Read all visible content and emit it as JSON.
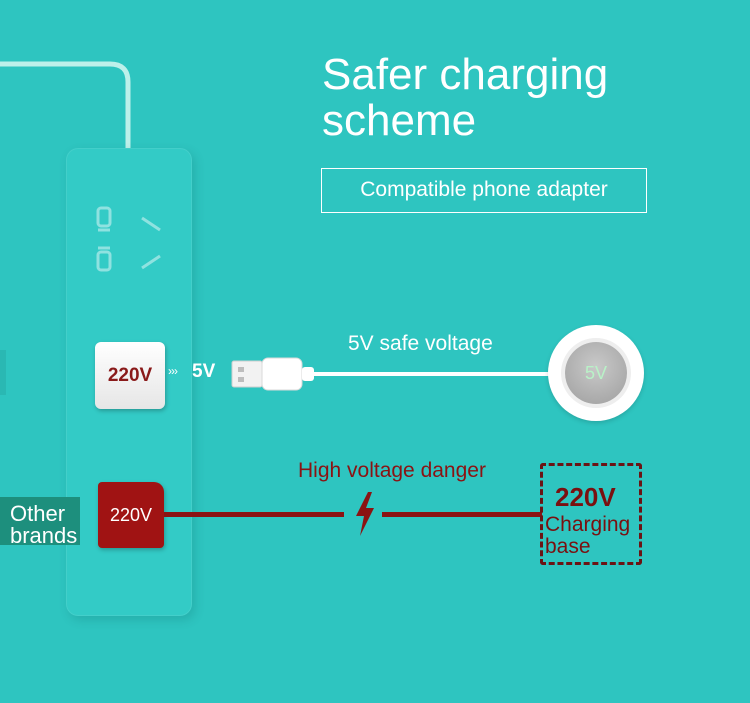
{
  "headline": {
    "title_line1": "Safer charging",
    "title_line2": "scheme",
    "badge": "Compatible phone adapter"
  },
  "safe_path": {
    "plug_voltage": "220V",
    "arrow": "›››",
    "output_voltage": "5V",
    "cable_label": "5V safe voltage",
    "charger_voltage": "5V"
  },
  "danger_path": {
    "brand_label_line1": "Other",
    "brand_label_line2": "brands",
    "plug_voltage": "220V",
    "cable_label": "High voltage danger",
    "base_voltage": "220V",
    "base_label_line1": "Charging",
    "base_label_line2": "base"
  },
  "colors": {
    "background": "#2ec5c0",
    "danger": "#8b1313",
    "safe": "#ffffff"
  },
  "icons": [
    "power-cord",
    "socket",
    "usb-plug",
    "lightning-bolt",
    "wireless-charger"
  ]
}
